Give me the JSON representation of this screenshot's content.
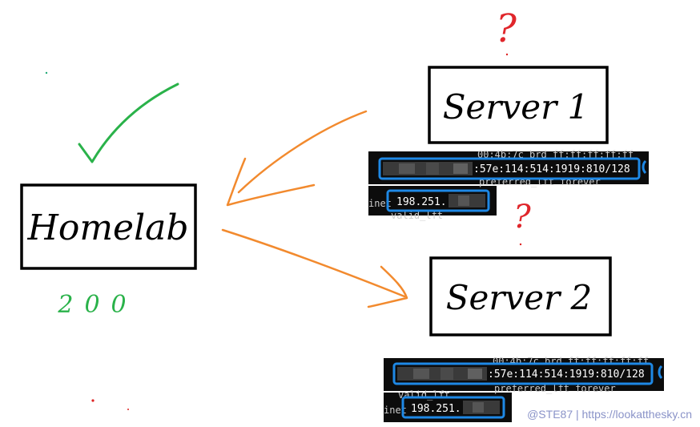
{
  "nodes": {
    "homelab": {
      "label": "Homelab",
      "status_text": "200",
      "status_color": "#2ab24a"
    },
    "server1": {
      "label": "Server 1",
      "status_text": "?",
      "status_color": "#e0262b"
    },
    "server2": {
      "label": "Server 2",
      "status_text": "?",
      "status_color": "#e0262b"
    }
  },
  "arrows": {
    "color": "#f28a2e"
  },
  "check": {
    "color": "#2ab24a"
  },
  "terminal1": {
    "top_text": "00:4b:7c brd ff:ff:ff:ff:ff",
    "ipv6_suffix": ":57e:114:514:1919:810/128",
    "preferred_text": "preferred_lft forever",
    "valid_text": "valid_lft",
    "inet_prefix": "inet",
    "ipv4_prefix": "198.251."
  },
  "terminal2": {
    "top_text": "00:4b:7c brd ff:ff:ff:ff:ff",
    "ipv6_suffix": ":57e:114:514:1919:810/128",
    "preferred_text": "preferred_lft forever",
    "valid_text": "valid_lft",
    "inet_prefix": "inet",
    "ipv4_prefix": "198.251."
  },
  "highlight_color": "#1e88e5",
  "watermark": "@STE87 | https://lookatthesky.cn"
}
